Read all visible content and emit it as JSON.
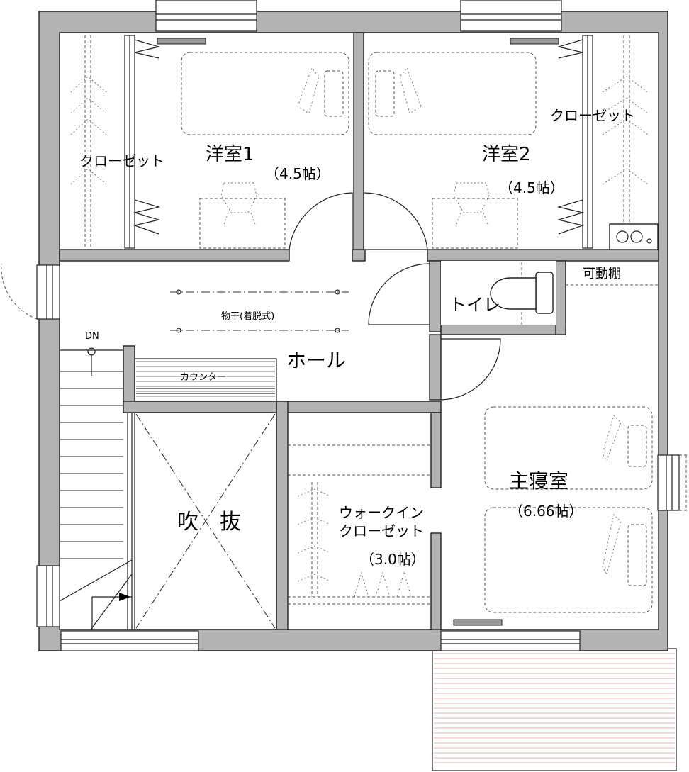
{
  "rooms": {
    "bedroom1": {
      "name": "洋室1",
      "size": "（4.5帖）"
    },
    "bedroom2": {
      "name": "洋室2",
      "size": "（4.5帖）"
    },
    "master": {
      "name": "主寝室",
      "size": "（6.66帖）"
    },
    "hall": {
      "name": "ホール"
    },
    "toilet": {
      "name": "トイレ"
    },
    "void": {
      "name": "吹　抜"
    },
    "wic": {
      "line1": "ウォークイン",
      "line2": "クローゼット",
      "size": "（3.0帖）"
    }
  },
  "labels": {
    "closet_left": "クローゼット",
    "closet_right": "クローゼット",
    "adjustable_shelf": "可動棚",
    "drying_rod": "物干(着脱式)",
    "counter": "カウンター",
    "stair_down": "DN"
  },
  "colors": {
    "wall": "#b3b3b3",
    "line": "#222222",
    "balcony_line": "#e0b4b4"
  }
}
